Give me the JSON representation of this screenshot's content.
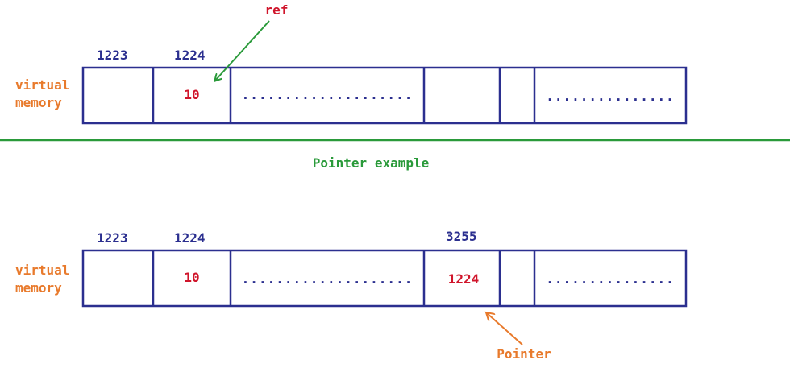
{
  "ref_example": {
    "row_label": [
      "virtual",
      "memory"
    ],
    "addresses": [
      "1223",
      "1224"
    ],
    "cells": [
      "",
      "10",
      "....................",
      "",
      "",
      "..............."
    ],
    "annotation": "ref"
  },
  "divider_caption": "Pointer example",
  "pointer_example": {
    "row_label": [
      "virtual",
      "memory"
    ],
    "addresses": [
      "1223",
      "1224",
      "3255"
    ],
    "cells": [
      "",
      "10",
      "....................",
      "1224",
      "",
      "..............."
    ],
    "annotation": "Pointer"
  },
  "colors": {
    "address_blue": "#2b2f8f",
    "value_red": "#d0152b",
    "label_orange": "#e87a2c",
    "divider_green": "#2a9a3a"
  }
}
